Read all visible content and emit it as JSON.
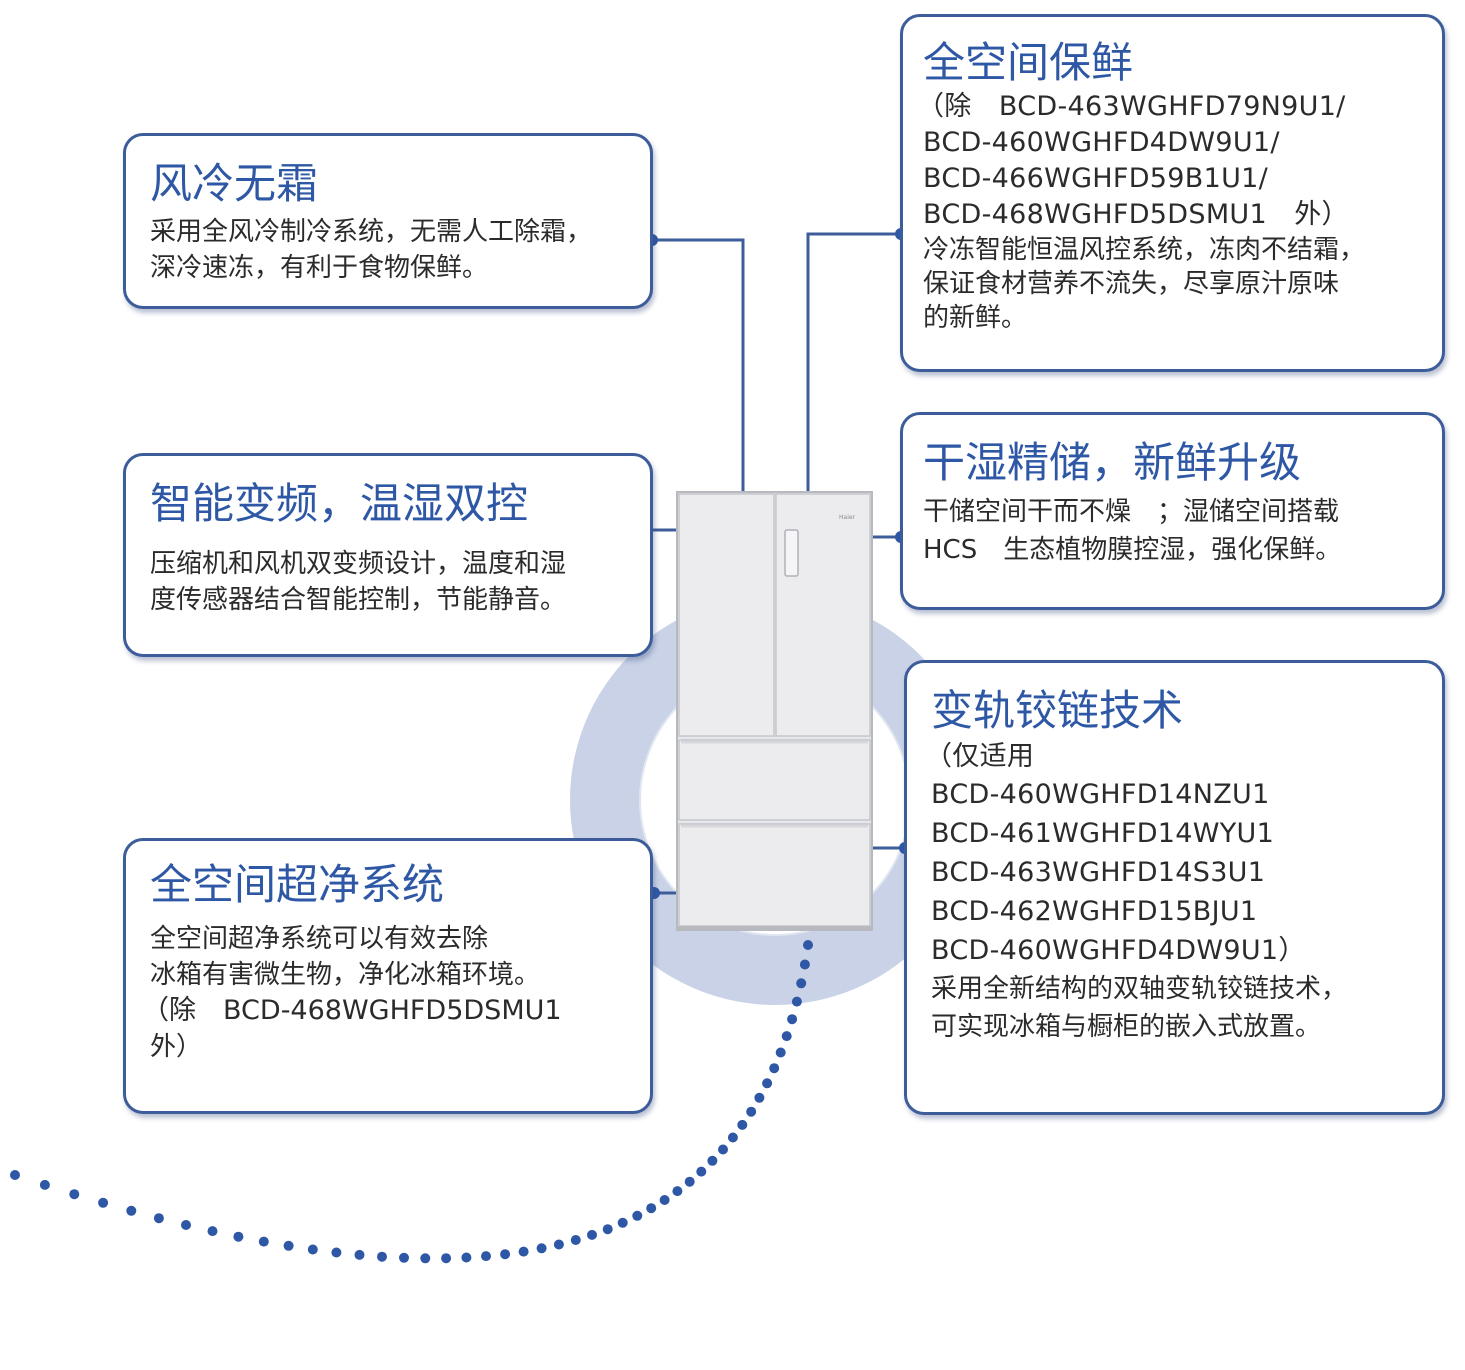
{
  "colors": {
    "accent": "#2e57a5",
    "border": "#3d5c9a",
    "ring": "#c9d2e6",
    "text": "#2b2b2b"
  },
  "product": {
    "brand_mark": "Haier"
  },
  "features": {
    "air_cooling": {
      "title": "风冷无霜",
      "lines": [
        "采用全风冷制冷系统，无需人工除霜，",
        "深冷速冻，有利于食物保鲜。"
      ]
    },
    "inverter": {
      "title": "智能变频，温湿双控",
      "lines": [
        "压缩机和风机双变频设计，温度和湿",
        "度传感器结合智能控制，节能静音。"
      ]
    },
    "purify": {
      "title": "全空间超净系统",
      "lines": [
        "全空间超净系统可以有效去除",
        "冰箱有害微生物，净化冰箱环境。",
        "（除　BCD-468WGHFD5DSMU1",
        "外）"
      ]
    },
    "fresh": {
      "title": "全空间保鲜",
      "model_lines": [
        "（除　BCD-463WGHFD79N9U1/",
        "BCD-460WGHFD4DW9U1/",
        "BCD-466WGHFD59B1U1/",
        "BCD-468WGHFD5DSMU1　外）"
      ],
      "lines": [
        "冷冻智能恒温风控系统，冻肉不结霜，",
        "保证食材营养不流失，尽享原汁原味",
        "的新鲜。"
      ]
    },
    "dry_wet": {
      "title": "干湿精储，新鲜升级",
      "lines": [
        "干储空间干而不燥　；湿储空间搭载",
        "HCS　生态植物膜控湿，强化保鲜。"
      ]
    },
    "hinge": {
      "title": "变轨铰链技术",
      "model_lines": [
        "（仅适用",
        "BCD-460WGHFD14NZU1",
        "BCD-461WGHFD14WYU1",
        "BCD-463WGHFD14S3U1",
        "BCD-462WGHFD15BJU1",
        "BCD-460WGHFD4DW9U1）"
      ],
      "lines": [
        "采用全新结构的双轴变轨铰链技术，",
        "可实现冰箱与橱柜的嵌入式放置。"
      ]
    }
  }
}
